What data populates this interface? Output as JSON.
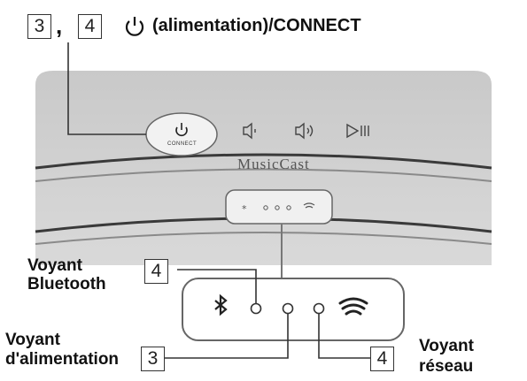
{
  "header": {
    "step_a": "3",
    "separator": ",",
    "step_b": "4",
    "power_icon": "power-icon",
    "label": "(alimentation)/CONNECT"
  },
  "device": {
    "power_button_label": "CONNECT",
    "brand": "MusicCast",
    "top_icons": [
      "volume-down-icon",
      "volume-up-icon",
      "play-pause-icon"
    ]
  },
  "indicator_panel": {
    "icons": [
      "bluetooth-icon",
      "dot-indicator",
      "dot-indicator",
      "dot-indicator",
      "wifi-icon"
    ]
  },
  "callouts": {
    "bluetooth": {
      "label_line1": "Voyant",
      "label_line2": "Bluetooth",
      "step": "4"
    },
    "power": {
      "label_line1": "Voyant",
      "label_line2": "d'alimentation",
      "step": "3"
    },
    "network": {
      "label_line1": "Voyant",
      "label_line2": "réseau",
      "step": "4"
    }
  },
  "colors": {
    "device_gray": "#cfcfcf",
    "line": "#555555",
    "text": "#111111"
  }
}
